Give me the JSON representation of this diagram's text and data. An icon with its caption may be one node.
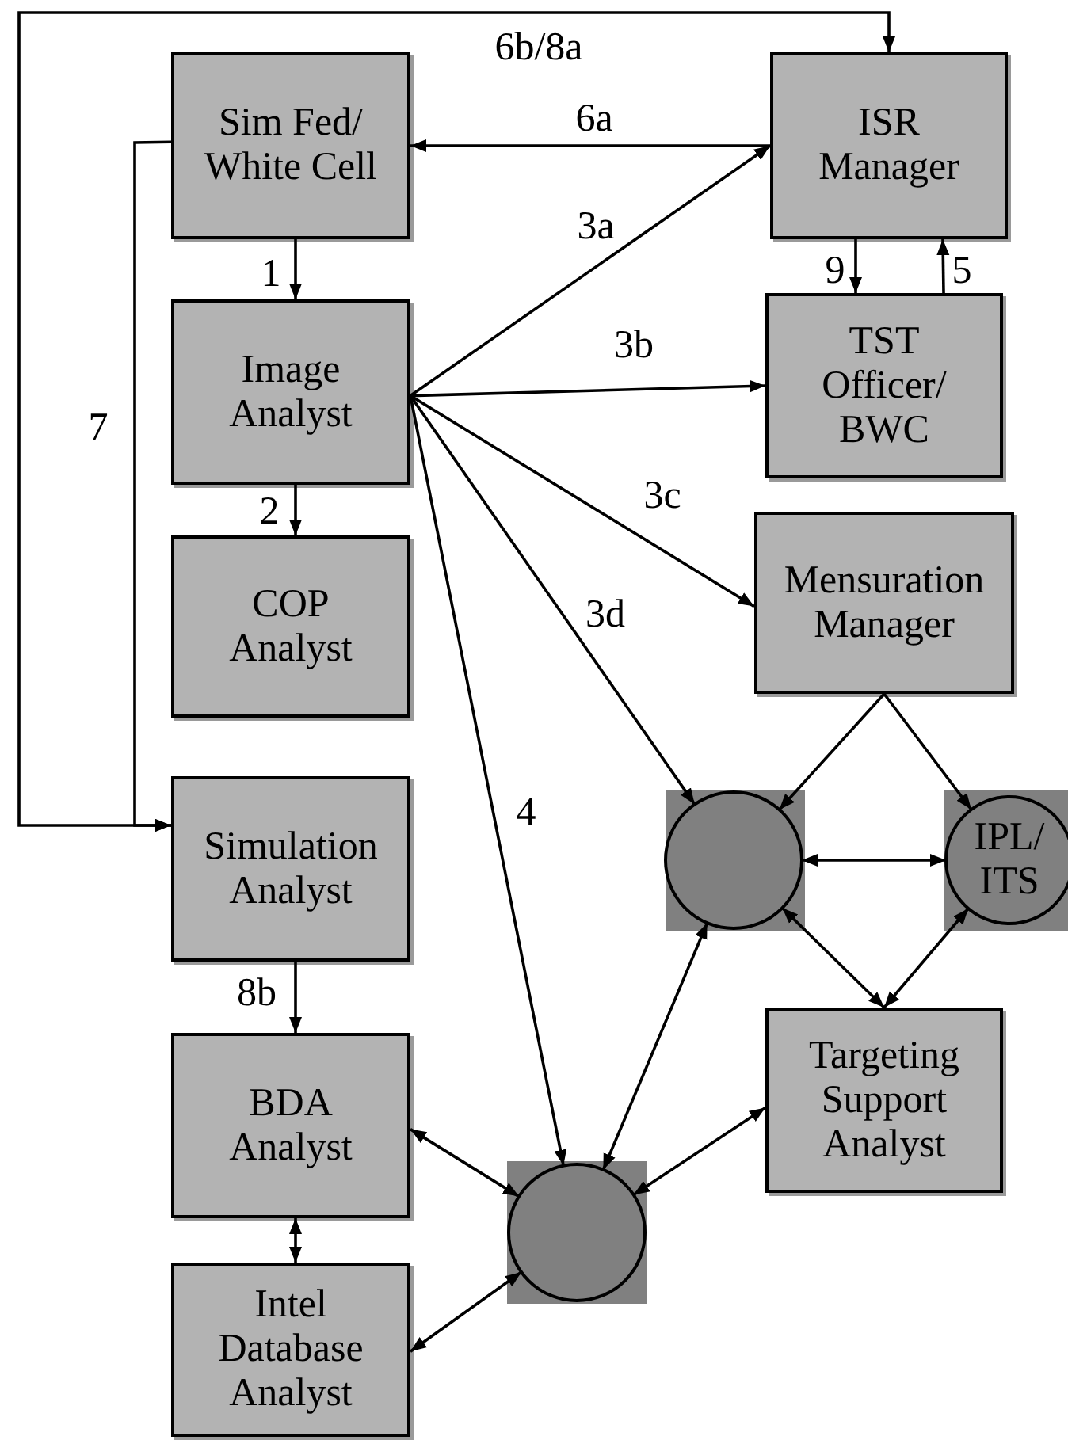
{
  "diagram": {
    "nodes": [
      {
        "text": [
          "Sim Fed/ White Cell"
        ]
      },
      {
        "text": [
          "ISR Manager"
        ]
      },
      {
        "text": [
          "Image Analyst"
        ]
      },
      {
        "text": [
          "TST Officer/ BWC"
        ]
      },
      {
        "text": [
          "COP Analyst"
        ]
      },
      {
        "text": [
          "Mensuration Manager"
        ]
      },
      {
        "text": [
          "Simulation Analyst"
        ]
      },
      {
        "text": [],
        "shape": "circle"
      },
      {
        "text": [
          "IPL/ ITS"
        ]
      },
      {
        "text": [
          "BDA Analyst"
        ]
      },
      {
        "text": [],
        "shape": "circle"
      },
      {
        "text": [
          "Targeting Support Analyst"
        ]
      },
      {
        "text": [
          "Intel Database Analyst"
        ]
      }
    ],
    "edges": [
      {
        "from": 0,
        "to": 2,
        "arrow": "to",
        "label": "1"
      },
      {
        "from": 1,
        "to": 0,
        "arrow": "to",
        "label": "6a"
      },
      {
        "from": 2,
        "to": 1,
        "arrow": "to",
        "label": "3a"
      },
      {
        "from": 2,
        "to": 3,
        "arrow": "to",
        "label": "3b"
      },
      {
        "from": 2,
        "to": 5,
        "arrow": "to",
        "label": "3c"
      },
      {
        "from": 2,
        "to": 7,
        "arrow": "to",
        "label": "3d"
      },
      {
        "from": 2,
        "to": 10,
        "arrow": "to",
        "label": "4"
      },
      {
        "from": 2,
        "to": 4,
        "arrow": "to",
        "label": "2"
      },
      {
        "from": 1,
        "to": 3,
        "arrow": "to",
        "label": "9"
      },
      {
        "from": 3,
        "to": 1,
        "arrow": "to",
        "label": "5"
      },
      {
        "from": 6,
        "to": 1,
        "arrow": "both",
        "label": "6b/8a"
      },
      {
        "from": 0,
        "to": 6,
        "arrow": "to",
        "label": "7"
      },
      {
        "from": 6,
        "to": 9,
        "arrow": "to",
        "label": "8b"
      },
      {
        "from": 5,
        "to": 7,
        "arrow": "to"
      },
      {
        "from": 5,
        "to": 8,
        "arrow": "to"
      },
      {
        "from": 7,
        "to": 8,
        "arrow": "both"
      },
      {
        "from": 7,
        "to": 11,
        "arrow": "both"
      },
      {
        "from": 8,
        "to": 11,
        "arrow": "both"
      },
      {
        "from": 10,
        "to": 7,
        "arrow": "both"
      },
      {
        "from": 10,
        "to": 11,
        "arrow": "both"
      },
      {
        "from": 9,
        "to": 10,
        "arrow": "both"
      },
      {
        "from": 12,
        "to": 10,
        "arrow": "both"
      },
      {
        "from": 9,
        "to": 12,
        "arrow": "both"
      }
    ]
  }
}
